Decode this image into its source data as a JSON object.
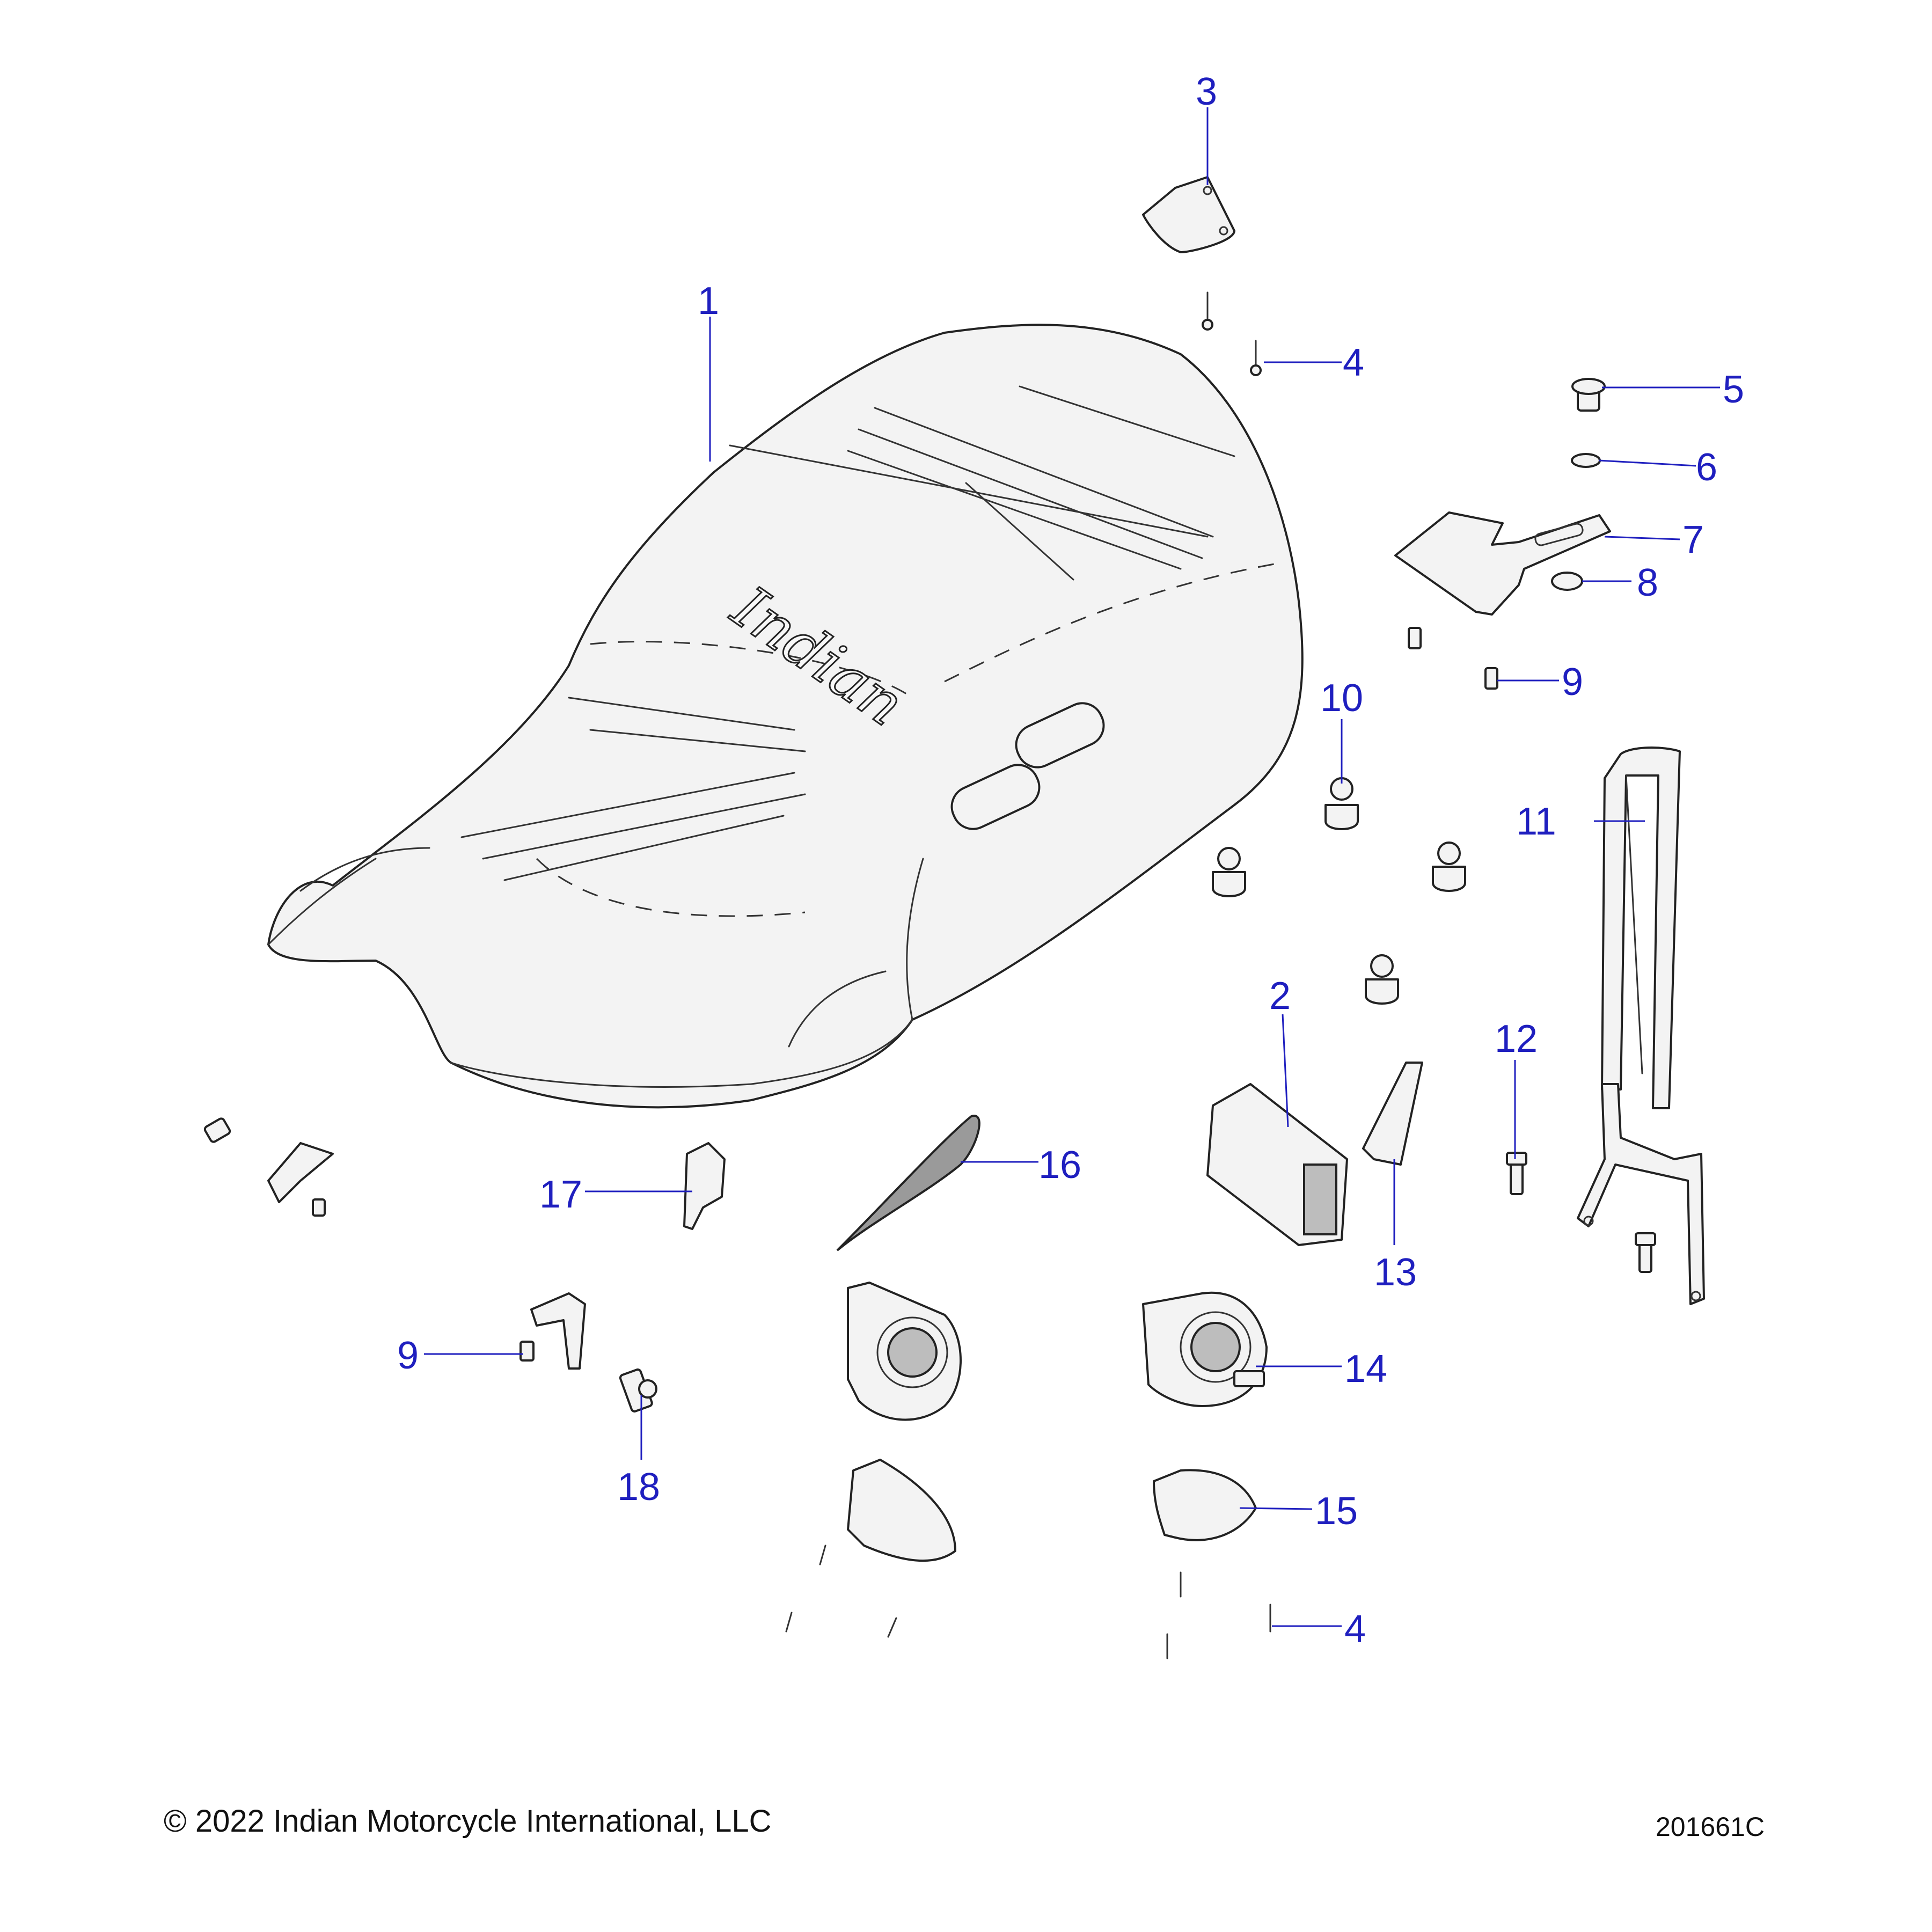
{
  "callouts": {
    "c1": "1",
    "c2": "2",
    "c3": "3",
    "c4a": "4",
    "c4b": "4",
    "c5": "5",
    "c6": "6",
    "c7": "7",
    "c8": "8",
    "c9a": "9",
    "c9b": "9",
    "c10": "10",
    "c11": "11",
    "c12": "12",
    "c13": "13",
    "c14": "14",
    "c15": "15",
    "c16": "16",
    "c17": "17",
    "c18": "18"
  },
  "seat_logo": "Indian",
  "footer": {
    "copyright": "© 2022 Indian Motorcycle International, LLC",
    "drawing_number": "201661C"
  },
  "colors": {
    "callout": "#1f1fbf",
    "line_art": "#222222"
  }
}
